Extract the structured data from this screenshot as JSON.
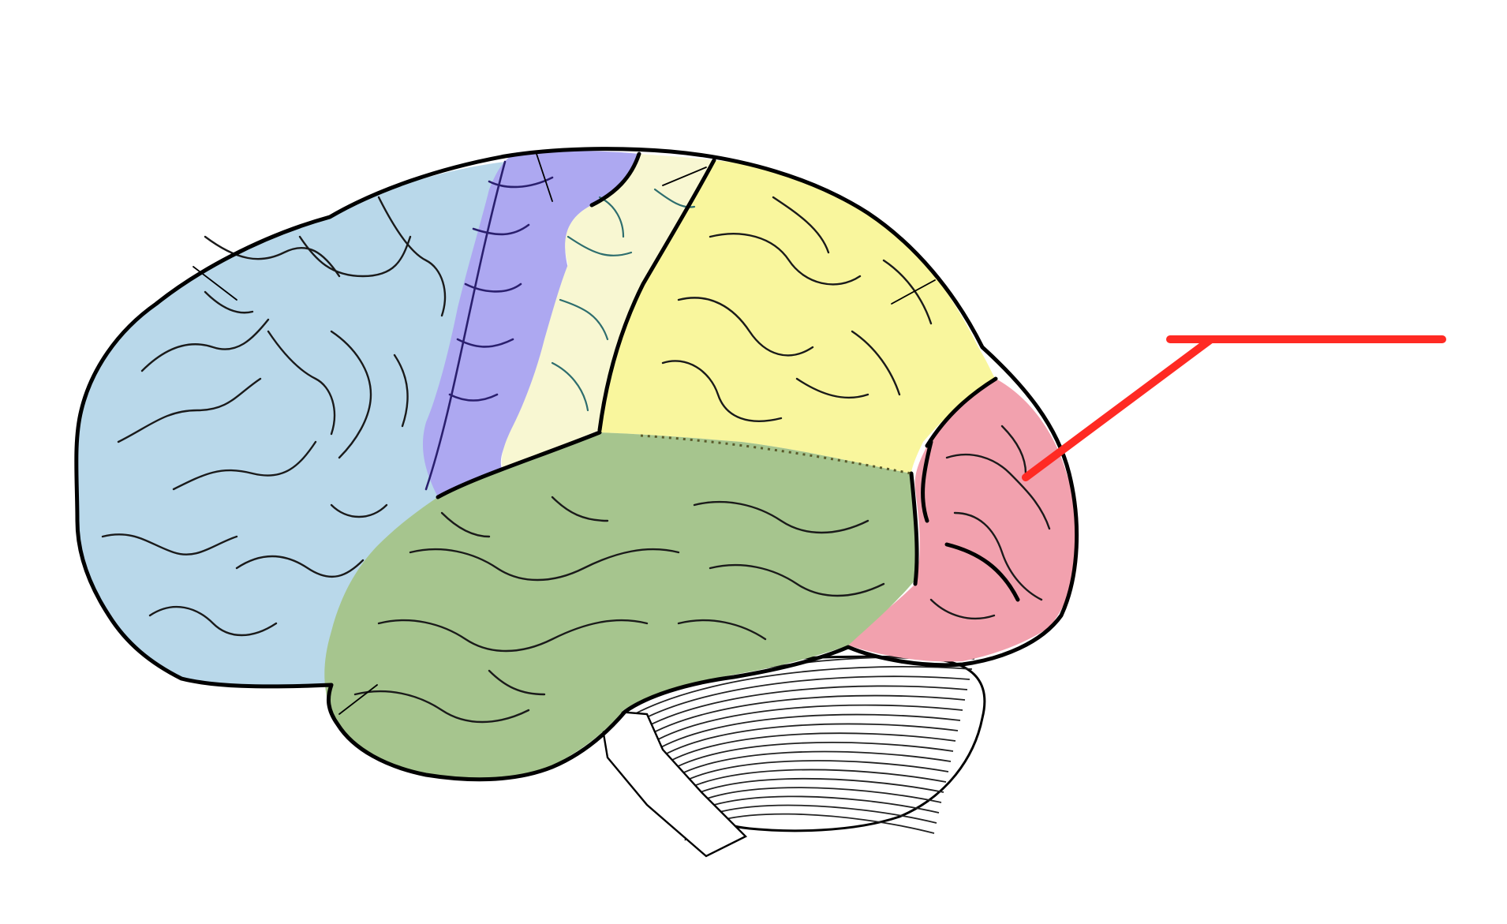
{
  "diagram": {
    "regions": [
      {
        "name": "frontal",
        "color": "#b9d8ea"
      },
      {
        "name": "precentral",
        "color": "#ada8f1"
      },
      {
        "name": "postcentral",
        "color": "#f8f7d2"
      },
      {
        "name": "parietal",
        "color": "#f9f69d"
      },
      {
        "name": "occipital",
        "color": "#f2a1ae"
      },
      {
        "name": "temporal",
        "color": "#a6c58e"
      },
      {
        "name": "cerebellum",
        "color": "#ffffff"
      }
    ],
    "pointer": {
      "color": "#ff2a23",
      "highlighted_region": "occipital"
    }
  }
}
